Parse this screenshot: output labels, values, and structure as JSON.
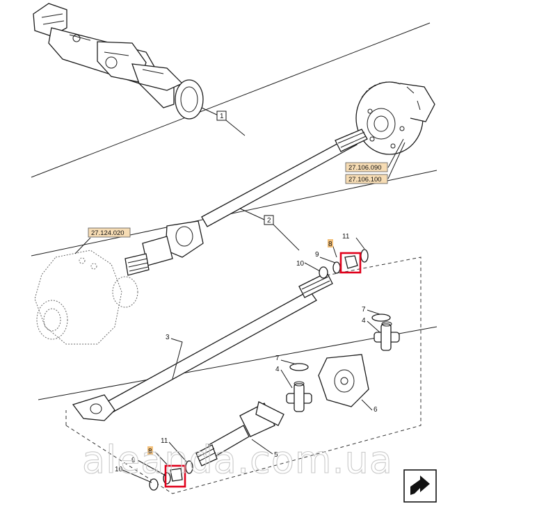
{
  "diagram": {
    "section_boxes": [
      "1",
      "2"
    ],
    "reference_codes": [
      "27.106.090",
      "27.106.100",
      "27.124.020"
    ],
    "part_numbers": {
      "shaft": "3",
      "yoke_shaft": "5",
      "yoke": "6",
      "cross_a": "4",
      "cross_b": "4",
      "ring_a": "7",
      "ring_b": "7",
      "washer_top": "9",
      "nut_top": "10",
      "circlip_top": "11",
      "washer_bottom": "9",
      "nut_bottom": "10",
      "circlip_bottom": "11",
      "highlight_top": "8",
      "highlight_bottom": "8"
    },
    "watermark": "aleanda.com.ua",
    "colors": {
      "highlight": "#e0001b",
      "tag": "#f3c07a",
      "line": "#1a1a1a"
    },
    "icons": [
      "nav-arrow-icon"
    ]
  }
}
